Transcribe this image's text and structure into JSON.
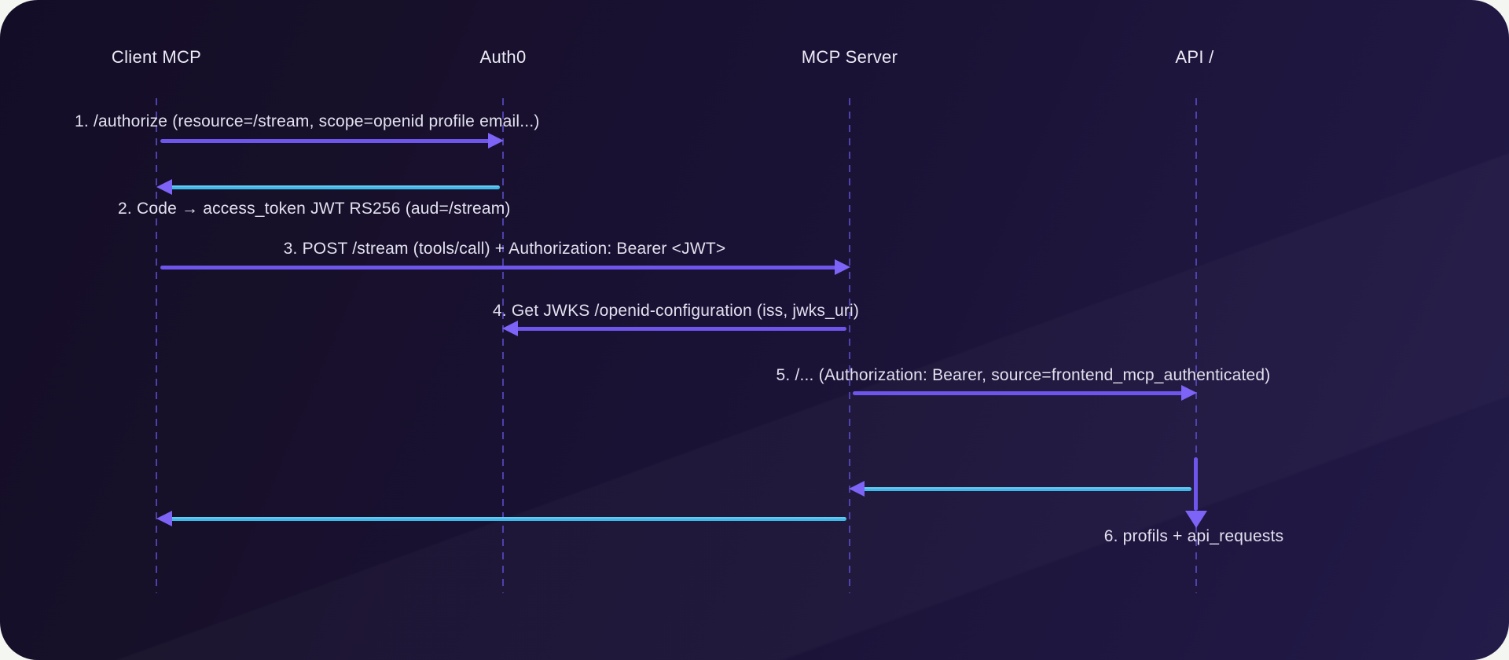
{
  "actors": [
    {
      "label": "Client MCP"
    },
    {
      "label": "Auth0"
    },
    {
      "label": "MCP Server"
    },
    {
      "label": "API /"
    }
  ],
  "messages": [
    {
      "label": "1. /authorize (resource=/stream, scope=openid profile email...)",
      "from": "Client MCP",
      "to": "Auth0",
      "type": "request"
    },
    {
      "label": "2. Code → access_token JWT RS256 (aud=/stream)",
      "from": "Auth0",
      "to": "Client MCP",
      "type": "response"
    },
    {
      "label": "3. POST /stream (tools/call) + Authorization: Bearer <JWT>",
      "from": "Client MCP",
      "to": "MCP Server",
      "type": "request"
    },
    {
      "label": "4. Get JWKS /openid-configuration (iss, jwks_uri)",
      "from": "MCP Server",
      "to": "Auth0",
      "type": "request"
    },
    {
      "label": "5. /... (Authorization: Bearer, source=frontend_mcp_authenticated)",
      "from": "MCP Server",
      "to": "API /",
      "type": "request"
    },
    {
      "label": "6. profils + api_requests",
      "from": "API /",
      "to": "Client MCP",
      "type": "response"
    }
  ],
  "colors": {
    "request_line": "#6e55ec",
    "response_line": "#3fb9e9",
    "arrowhead": "#7d63f6",
    "lifeline": "#564ac2",
    "text": "#e3e0ef",
    "card_background_start": "#140d28",
    "card_background_end": "#231b49",
    "outer_background": "#f4f6f2"
  }
}
